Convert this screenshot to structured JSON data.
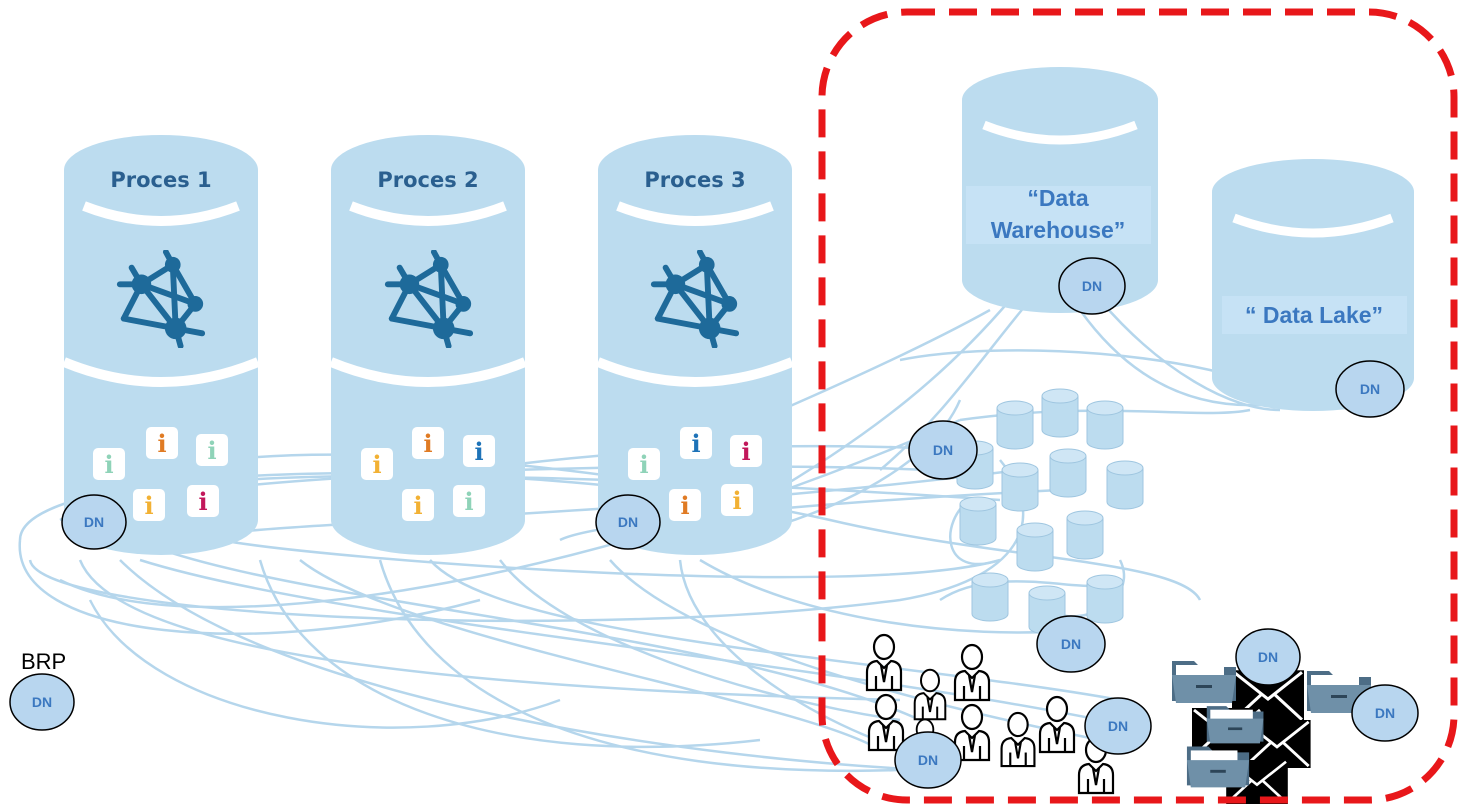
{
  "processes": [
    {
      "label": "Proces 1"
    },
    {
      "label": "Proces 2"
    },
    {
      "label": "Proces 3"
    }
  ],
  "stores": {
    "warehouse": "“Data Warehouse”",
    "warehouse_line1": "“Data",
    "warehouse_line2": "Warehouse”",
    "lake": "“ Data Lake”"
  },
  "brp": {
    "label": "BRP"
  },
  "dn_label": "DN",
  "info_glyph": "i",
  "icons": [
    "network-icon",
    "info-icon",
    "database-icon",
    "person-icon",
    "folder-icon",
    "envelope-icon"
  ],
  "colors": {
    "cylinder": "#bcdcef",
    "lines": "#b5d6ec",
    "dashed_border": "#e8171a",
    "network": "#1e6a9a",
    "dn_fill": "#b8d6ef",
    "info": [
      "#8fd3b8",
      "#e07b24",
      "#f2b134",
      "#c2185b",
      "#1e73b8"
    ]
  }
}
